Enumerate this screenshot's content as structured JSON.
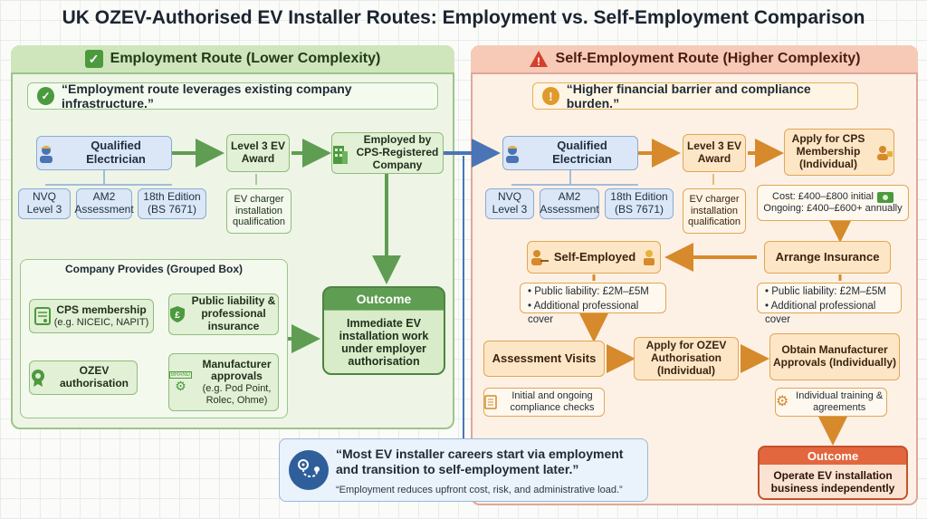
{
  "title": "UK OZEV-Authorised EV Installer Routes: Employment vs. Self-Employment Comparison",
  "colors": {
    "green": "#5f9d52",
    "orange": "#e2673e",
    "blue": "#4a74b5",
    "amber": "#d68a2b"
  },
  "employment": {
    "header": "Employment Route (Lower Complexity)",
    "quote": "“Employment route leverages existing company infrastructure.”",
    "qualified": "Qualified Electrician",
    "quals": [
      "NVQ Level 3",
      "AM2 Assessment",
      "18th Edition (BS 7671)"
    ],
    "level3": "Level 3 EV Award",
    "level3_note": "EV charger installation qualification",
    "employed": "Employed by CPS-Registered Company",
    "company_title": "Company Provides (Grouped Box)",
    "company_items": {
      "cps": "CPS membership",
      "cps_sub": "(e.g. NICEIC, NAPIT)",
      "liability": "Public liability & professional insurance",
      "ozev": "OZEV authorisation",
      "manufacturer": "Manufacturer approvals",
      "manufacturer_sub": "(e.g. Pod Point, Rolec, Ohme)",
      "brand_label": "BRAND"
    },
    "outcome_title": "Outcome",
    "outcome_text": "Immediate EV installation work under employer authorisation"
  },
  "self": {
    "header": "Self-Employment Route (Higher Complexity)",
    "quote": "“Higher financial barrier and compliance burden.”",
    "qualified": "Qualified Electrician",
    "quals": [
      "NVQ Level 3",
      "AM2 Assessment",
      "18th Edition (BS 7671)"
    ],
    "level3": "Level 3 EV Award",
    "level3_note": "EV charger installation qualification",
    "cps": "Apply for CPS Membership (Individual)",
    "cost_initial": "Cost: £400–£800 initial",
    "cost_ongoing": "Ongoing: £400–£600+ annually",
    "insurance": "Arrange Insurance",
    "insurance_bullets": [
      "Public liability: £2M–£5M",
      "Additional professional cover"
    ],
    "self_employed": "Self-Employed",
    "self_bullets": [
      "Public liability: £2M–£5M",
      "Additional professional cover"
    ],
    "assessment": "Assessment Visits",
    "assessment_note": "Initial and ongoing compliance checks",
    "ozev": "Apply for OZEV Authorisation (Individual)",
    "manufacturer": "Obtain Manufacturer Approvals (Individually)",
    "manufacturer_note": "Individual training & agreements",
    "outcome_title": "Outcome",
    "outcome_text": "Operate EV installation business independently"
  },
  "bottom": {
    "quote": "“Most EV installer careers start via employment and transition to self-employment later.”",
    "note": "“Employment reduces upfront cost, risk, and administrative load.”"
  }
}
